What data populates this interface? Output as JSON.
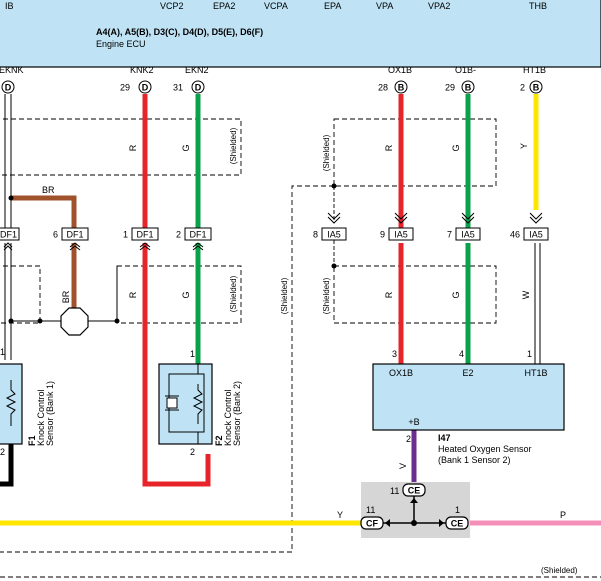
{
  "ecu": {
    "connectors_label": "A4(A), A5(B), D3(C), D4(D), D5(E), D6(F)",
    "name": "Engine ECU",
    "top_signals": [
      "IB",
      "VCP2",
      "EPA2",
      "VCPA",
      "EPA",
      "VPA",
      "VPA2",
      "THB"
    ],
    "pins": [
      {
        "name": "EKNK",
        "conn": "D",
        "num": ""
      },
      {
        "name": "KNK2",
        "conn": "D",
        "num": "29"
      },
      {
        "name": "EKN2",
        "conn": "D",
        "num": "31"
      },
      {
        "name": "OX1B",
        "conn": "B",
        "num": "28"
      },
      {
        "name": "O1B-",
        "conn": "B",
        "num": "29"
      },
      {
        "name": "HT1B",
        "conn": "B",
        "num": "2"
      }
    ]
  },
  "connectors": {
    "df1_pins": [
      "6",
      "1",
      "2"
    ],
    "df1_label": "DF1",
    "ia5_pins": [
      "8",
      "9",
      "7",
      "46"
    ],
    "ia5_label": "IA5",
    "ce_label": "CE",
    "cf_label": "CF",
    "ce_top_pin": "11",
    "ce_right_pin": "1",
    "cf_pin": "11"
  },
  "wire_labels": {
    "br": "BR",
    "r": "R",
    "g": "G",
    "y": "Y",
    "w": "W",
    "v": "V",
    "p": "P",
    "shielded": "(Shielded)"
  },
  "components": {
    "f1": {
      "id": "F1",
      "name_line1": "Knock Control",
      "name_line2": "Sensor (Bank 1)",
      "pin_top": "1",
      "pin_bottom": "2"
    },
    "f2": {
      "id": "F2",
      "name_line1": "Knock Control",
      "name_line2": "Sensor (Bank 2)",
      "pin_top": "1",
      "pin_bottom": "2"
    },
    "i47": {
      "id": "I47",
      "name_line1": "Heated Oxygen Sensor",
      "name_line2": "(Bank 1 Sensor 2)",
      "pin_ox1b": "OX1B",
      "pin_e2": "E2",
      "pin_ht1b": "HT1B",
      "pin_b": "+B",
      "num_ox1b": "3",
      "num_e2": "4",
      "num_ht1b": "1",
      "num_b": "2"
    }
  },
  "colors": {
    "red": "#e8242b",
    "green": "#0aa14b",
    "yellow": "#ffe600",
    "brown": "#a0522d",
    "violet": "#6c2e8e",
    "pink": "#f48fb9",
    "component_fill": "#bfe3f5",
    "junction_fill": "#d6d6d6",
    "black": "#000000"
  }
}
